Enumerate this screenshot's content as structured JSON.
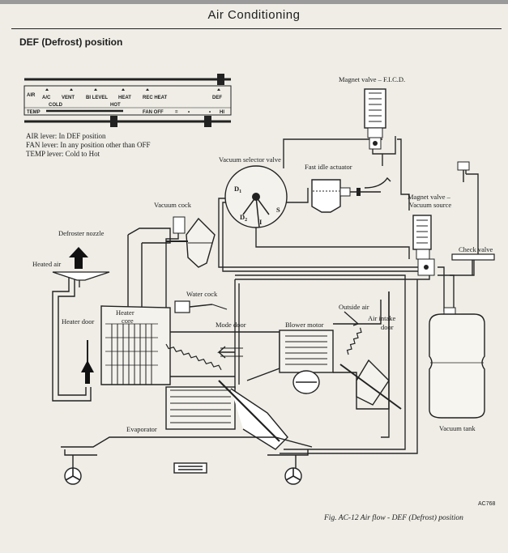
{
  "header": {
    "title": "Air Conditioning"
  },
  "section_title": "DEF (Defrost) position",
  "control_panel": {
    "air_label": "AIR",
    "air_positions": [
      "A/C",
      "VENT",
      "BI LEVEL",
      "HEAT",
      "REC HEAT",
      "DEF"
    ],
    "temp_label": "TEMP",
    "temp_cold": "COLD",
    "temp_hot": "HOT",
    "fan_off": "FAN OFF",
    "fan_hi": "HI"
  },
  "lever_notes": [
    "AIR lever: In DEF position",
    "FAN lever: In any position other than OFF",
    "TEMP lever: Cold to Hot"
  ],
  "labels": {
    "magnet_valve_ficd": "Magnet valve – F.I.C.D.",
    "vacuum_selector_valve": "Vacuum selector valve",
    "fast_idle_actuator": "Fast idle actuator",
    "magnet_valve_vacuum_line1": "Magnet valve –",
    "magnet_valve_vacuum_line2": "Vacuum source",
    "vacuum_cock": "Vacuum cock",
    "defroster_nozzle": "Defroster nozzle",
    "heated_air": "Heated air",
    "check_valve": "Check valve",
    "water_cock": "Water cock",
    "outside_air": "Outside air",
    "air_intake_door_line1": "Air intake",
    "air_intake_door_line2": "door",
    "heater_core_line1": "Heater",
    "heater_core_line2": "core",
    "heater_door": "Heater door",
    "mode_door": "Mode door",
    "blower_motor": "Blower motor",
    "evaporator": "Evaporator",
    "vacuum_tank": "Vacuum tank",
    "port_d1": "D",
    "port_d1_sub": "1",
    "port_d2": "D",
    "port_d2_sub": "2",
    "port_s": "S",
    "port_i": "I"
  },
  "figure_code": "AC768",
  "caption": "Fig. AC-12  Air flow - DEF (Defrost) position"
}
